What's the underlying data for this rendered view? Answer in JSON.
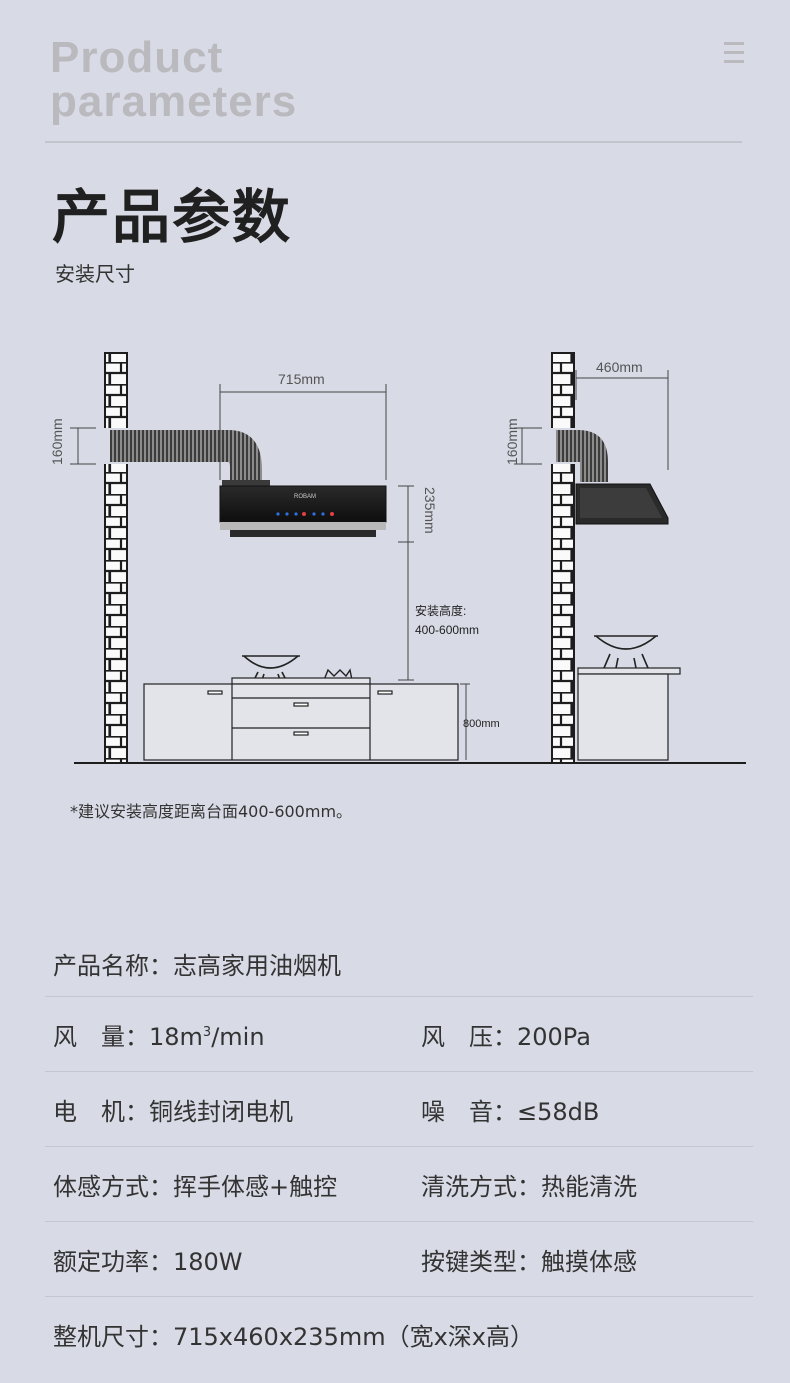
{
  "header": {
    "eng_line1": "Product",
    "eng_line2": "parameters",
    "title": "产品参数",
    "subtitle": "安装尺寸"
  },
  "diagram": {
    "width_label": "715mm",
    "depth_label": "460mm",
    "duct_label_left": "160mm",
    "duct_label_right": "160mm",
    "height_label": "235mm",
    "install_label_1": "安装高度:",
    "install_label_2": "400-600mm",
    "counter_label": "800mm",
    "brand": "ROBAM"
  },
  "note": "*建议安装高度距离台面400-600mm。",
  "specs": {
    "name_label": "产品名称：",
    "name_value": "志高家用油烟机",
    "airflow_label": "风　量：",
    "airflow_value": "18m",
    "airflow_sup": "3",
    "airflow_unit": "/min",
    "pressure_label": "风　压：",
    "pressure_value": "200Pa",
    "motor_label": "电　机：",
    "motor_value": "铜线封闭电机",
    "noise_label": "噪　音：",
    "noise_value": "≤58dB",
    "sensing_label": "体感方式：",
    "sensing_value": "挥手体感+触控",
    "clean_label": "清洗方式：",
    "clean_value": "热能清洗",
    "power_label": "额定功率：",
    "power_value": "180W",
    "key_label": "按键类型：",
    "key_value": "触摸体感",
    "size_label": "整机尺寸：",
    "size_value": "715x460x235mm（宽x深x高）"
  }
}
